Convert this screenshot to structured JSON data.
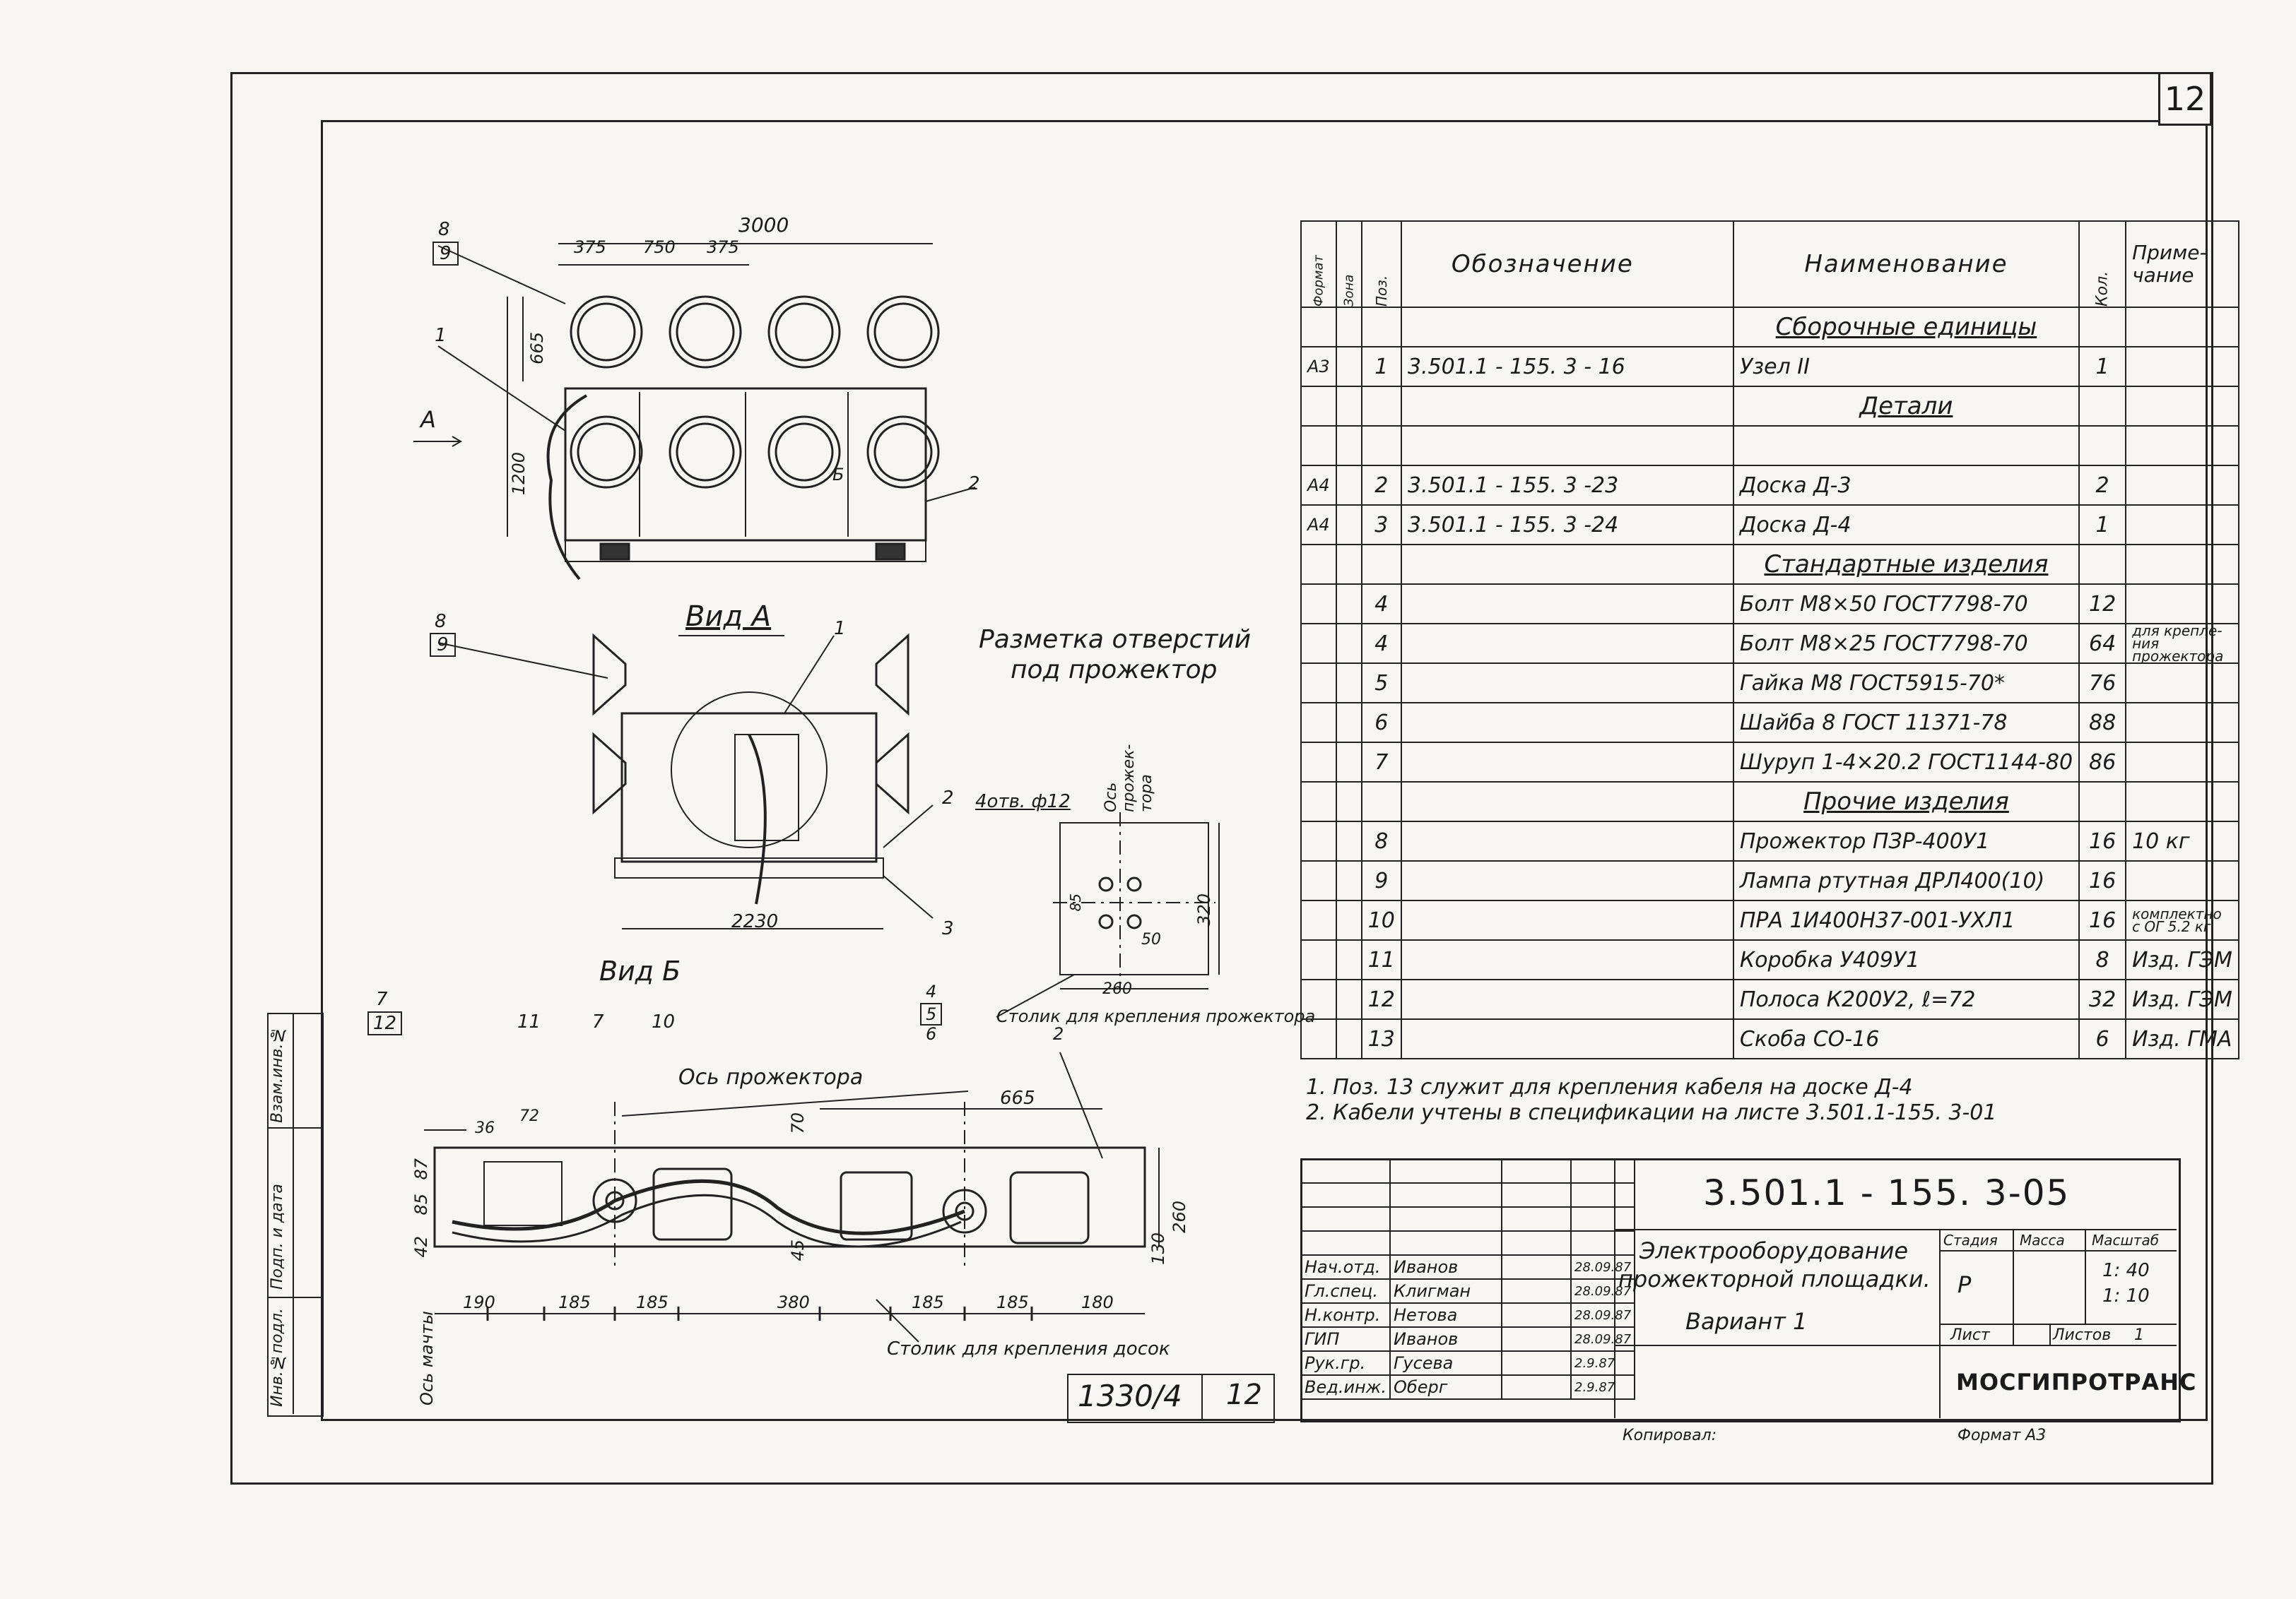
{
  "sheet_number": "12",
  "spec_table": {
    "headers": {
      "format": "Формат",
      "zone": "Зона",
      "pos": "Поз.",
      "designation": "Обозначение",
      "name": "Наименование",
      "qty": "Кол.",
      "note": "Приме-чание"
    },
    "rows": [
      {
        "section": "Сборочные единицы"
      },
      {
        "format": "А3",
        "pos": "1",
        "designation": "3.501.1 - 155. 3 - 16",
        "name": "Узел II",
        "qty": "1",
        "note": ""
      },
      {
        "section": "Детали"
      },
      {
        "format": "",
        "pos": "",
        "designation": "",
        "name": "",
        "qty": "",
        "note": ""
      },
      {
        "format": "А4",
        "pos": "2",
        "designation": "3.501.1 - 155. 3 -23",
        "name": "Доска Д-3",
        "qty": "2",
        "note": ""
      },
      {
        "format": "А4",
        "pos": "3",
        "designation": "3.501.1 - 155. 3 -24",
        "name": "Доска Д-4",
        "qty": "1",
        "note": ""
      },
      {
        "section": "Стандартные изделия"
      },
      {
        "format": "",
        "pos": "4",
        "designation": "",
        "name": "Болт М8×50 ГОСТ7798-70",
        "qty": "12",
        "note": ""
      },
      {
        "format": "",
        "pos": "4",
        "designation": "",
        "name": "Болт М8×25 ГОСТ7798-70",
        "qty": "64",
        "note": "для крепле-ния прожектора"
      },
      {
        "format": "",
        "pos": "5",
        "designation": "",
        "name": "Гайка М8 ГОСТ5915-70*",
        "qty": "76",
        "note": ""
      },
      {
        "format": "",
        "pos": "6",
        "designation": "",
        "name": "Шайба 8 ГОСТ 11371-78",
        "qty": "88",
        "note": ""
      },
      {
        "format": "",
        "pos": "7",
        "designation": "",
        "name": "Шуруп 1-4×20.2 ГОСТ1144-80",
        "qty": "86",
        "note": ""
      },
      {
        "section": "Прочие изделия"
      },
      {
        "format": "",
        "pos": "8",
        "designation": "",
        "name": "Прожектор ПЗР-400У1",
        "qty": "16",
        "note": "10 кг"
      },
      {
        "format": "",
        "pos": "9",
        "designation": "",
        "name": "Лампа ртутная ДРЛ400(10)",
        "qty": "16",
        "note": ""
      },
      {
        "format": "",
        "pos": "10",
        "designation": "",
        "name": "ПРА 1И400Н37-001-УХЛ1",
        "qty": "16",
        "note": "комплектно с ОГ 5.2 кг"
      },
      {
        "format": "",
        "pos": "11",
        "designation": "",
        "name": "Коробка У409У1",
        "qty": "8",
        "note": "Изд. ГЭМ"
      },
      {
        "format": "",
        "pos": "12",
        "designation": "",
        "name": "Полоса К200У2, ℓ=72",
        "qty": "32",
        "note": "Изд. ГЭМ"
      },
      {
        "format": "",
        "pos": "13",
        "designation": "",
        "name": "Скоба СО-16",
        "qty": "6",
        "note": "Изд. ГМА"
      }
    ]
  },
  "notes": [
    "1. Поз. 13 служит для крепления кабеля на доске Д-4",
    "2. Кабели учтены в спецификации на листе 3.501.1-155. 3-01"
  ],
  "title_block": {
    "code": "3.501.1 - 155. 3-05",
    "title_l1": "Электрооборудование",
    "title_l2": "прожекторной площадки.",
    "title_l3": "Вариант 1",
    "stage_h": "Стадия",
    "mass_h": "Масса",
    "scale_h": "Масштаб",
    "stage": "Р",
    "scale1": "1: 40",
    "scale2": "1: 10",
    "sheet_h": "Лист",
    "sheets_h": "Листов",
    "sheets": "1",
    "org": "МОСГИПРОТРАНС",
    "people": [
      {
        "role": "Нач.отд.",
        "name": "Иванов",
        "date": "28.09.87"
      },
      {
        "role": "Гл.спец.",
        "name": "Клигман",
        "date": "28.09.87"
      },
      {
        "role": "Н.контр.",
        "name": "Нетова",
        "date": "28.09.87"
      },
      {
        "role": "ГИП",
        "name": "Иванов",
        "date": "28.09.87"
      },
      {
        "role": "Рук.гр.",
        "name": "Гусева",
        "date": "2.9.87"
      },
      {
        "role": "Вед.инж.",
        "name": "Оберг",
        "date": "2.9.87"
      }
    ],
    "copied": "Копировал:",
    "format": "Формат А3"
  },
  "stamp": {
    "number": "1330/4",
    "page": "12"
  },
  "side_labels": [
    "Взам.инв.№",
    "Подп. и дата",
    "Инв.№подл."
  ],
  "drawing": {
    "dims_top": [
      "3000",
      "375",
      "750",
      "375",
      "665",
      "1200"
    ],
    "arrow_label": "А",
    "view_a": "Вид А",
    "view_b": "Вид Б",
    "marking_title_l1": "Разметка отверстий",
    "marking_title_l2": "под прожектор",
    "marking_dims": [
      "4отв. ф12",
      "85",
      "50",
      "260",
      "320",
      "Ось прожек-тора"
    ],
    "table_label": "Столик для крепления прожектора",
    "board_label": "Столик для крепления досок",
    "axis_label": "Ось прожектора",
    "mast_axis": "Ось мачты",
    "dim_2230": "2230",
    "dim_665b": "665",
    "bottom_dims": [
      "190",
      "185",
      "185",
      "380",
      "185",
      "185",
      "180"
    ],
    "small_dims": [
      "36",
      "72",
      "85",
      "87",
      "42",
      "70",
      "45",
      "130",
      "260"
    ],
    "callouts": [
      "8",
      "9",
      "1",
      "2",
      "3",
      "7",
      "12",
      "11",
      "10",
      "4",
      "5",
      "6",
      "Б"
    ]
  }
}
